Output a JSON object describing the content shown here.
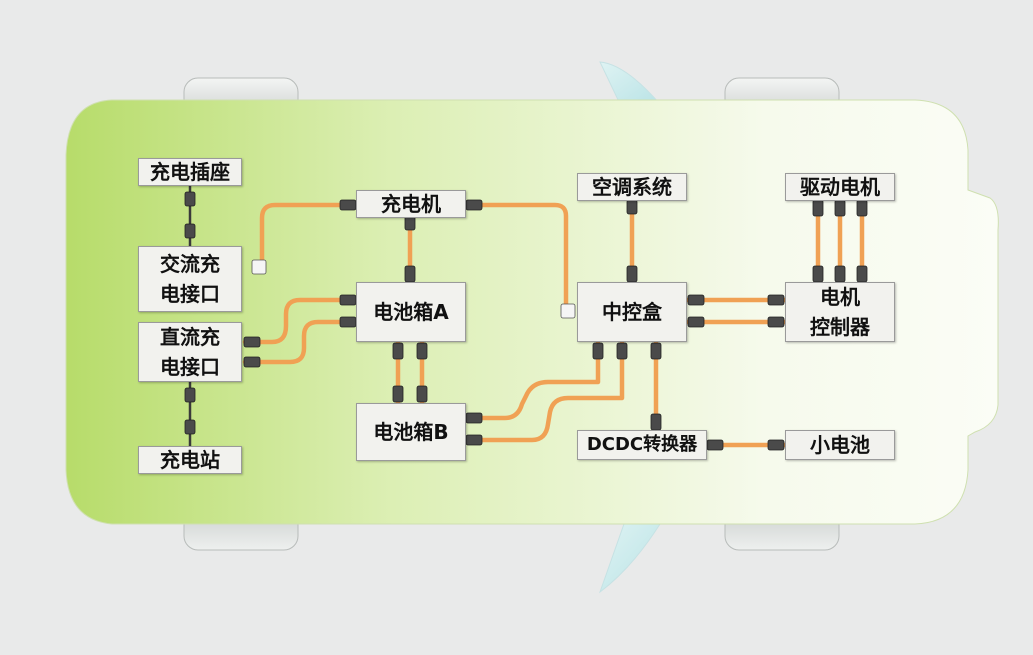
{
  "components": {
    "charging_socket": "充电插座",
    "ac_port": "交流充\n电接口",
    "dc_port": "直流充\n电接口",
    "charging_station": "充电站",
    "charger": "充电机",
    "battery_a": "电池箱A",
    "battery_b": "电池箱B",
    "ac_system": "空调系统",
    "central_box": "中控盒",
    "drive_motor": "驱动电机",
    "motor_controller": "电机\n控制器",
    "dcdc": "DCDC转换器",
    "small_battery": "小电池"
  },
  "colors": {
    "cable": "#f0a154",
    "car_body_left": "#b7dc6a",
    "car_body_right": "#fbfdf6",
    "background": "#e9eaea"
  }
}
